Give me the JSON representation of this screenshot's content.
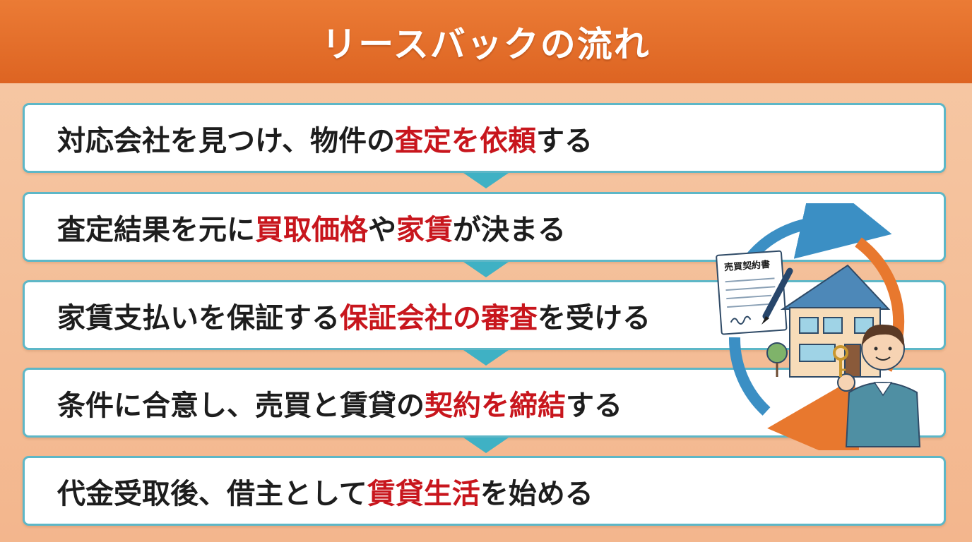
{
  "title": "リースバックの流れ",
  "steps": [
    {
      "parts": [
        {
          "text": "対応会社を見つけ、物件の",
          "hl": false
        },
        {
          "text": "査定を依頼",
          "hl": true
        },
        {
          "text": "する",
          "hl": false
        }
      ]
    },
    {
      "parts": [
        {
          "text": "査定結果を元に",
          "hl": false
        },
        {
          "text": "買取価格",
          "hl": true
        },
        {
          "text": "や",
          "hl": false
        },
        {
          "text": "家賃",
          "hl": true
        },
        {
          "text": "が決まる",
          "hl": false
        }
      ]
    },
    {
      "parts": [
        {
          "text": "家賃支払いを保証する",
          "hl": false
        },
        {
          "text": "保証会社の審査",
          "hl": true
        },
        {
          "text": "を受ける",
          "hl": false
        }
      ]
    },
    {
      "parts": [
        {
          "text": "条件に合意し、売買と賃貸の",
          "hl": false
        },
        {
          "text": "契約を締結",
          "hl": true
        },
        {
          "text": "する",
          "hl": false
        }
      ]
    },
    {
      "parts": [
        {
          "text": "代金受取後、借主として",
          "hl": false
        },
        {
          "text": "賃貸生活",
          "hl": true
        },
        {
          "text": "を始める",
          "hl": false
        }
      ]
    }
  ],
  "illustration": {
    "contract_label": "売買契約書",
    "icons": [
      "cycle-arrows-icon",
      "contract-document-icon",
      "pen-icon",
      "house-icon",
      "tree-icon",
      "key-icon",
      "person-icon"
    ]
  },
  "colors": {
    "header": "#e06a28",
    "background": "#f4bf9a",
    "step_border": "#5db7c7",
    "connector": "#3fb1c4",
    "highlight": "#c8161d",
    "text": "#1d1d1d",
    "cycle_blue": "#3b8fc4",
    "cycle_orange": "#e8782e"
  }
}
